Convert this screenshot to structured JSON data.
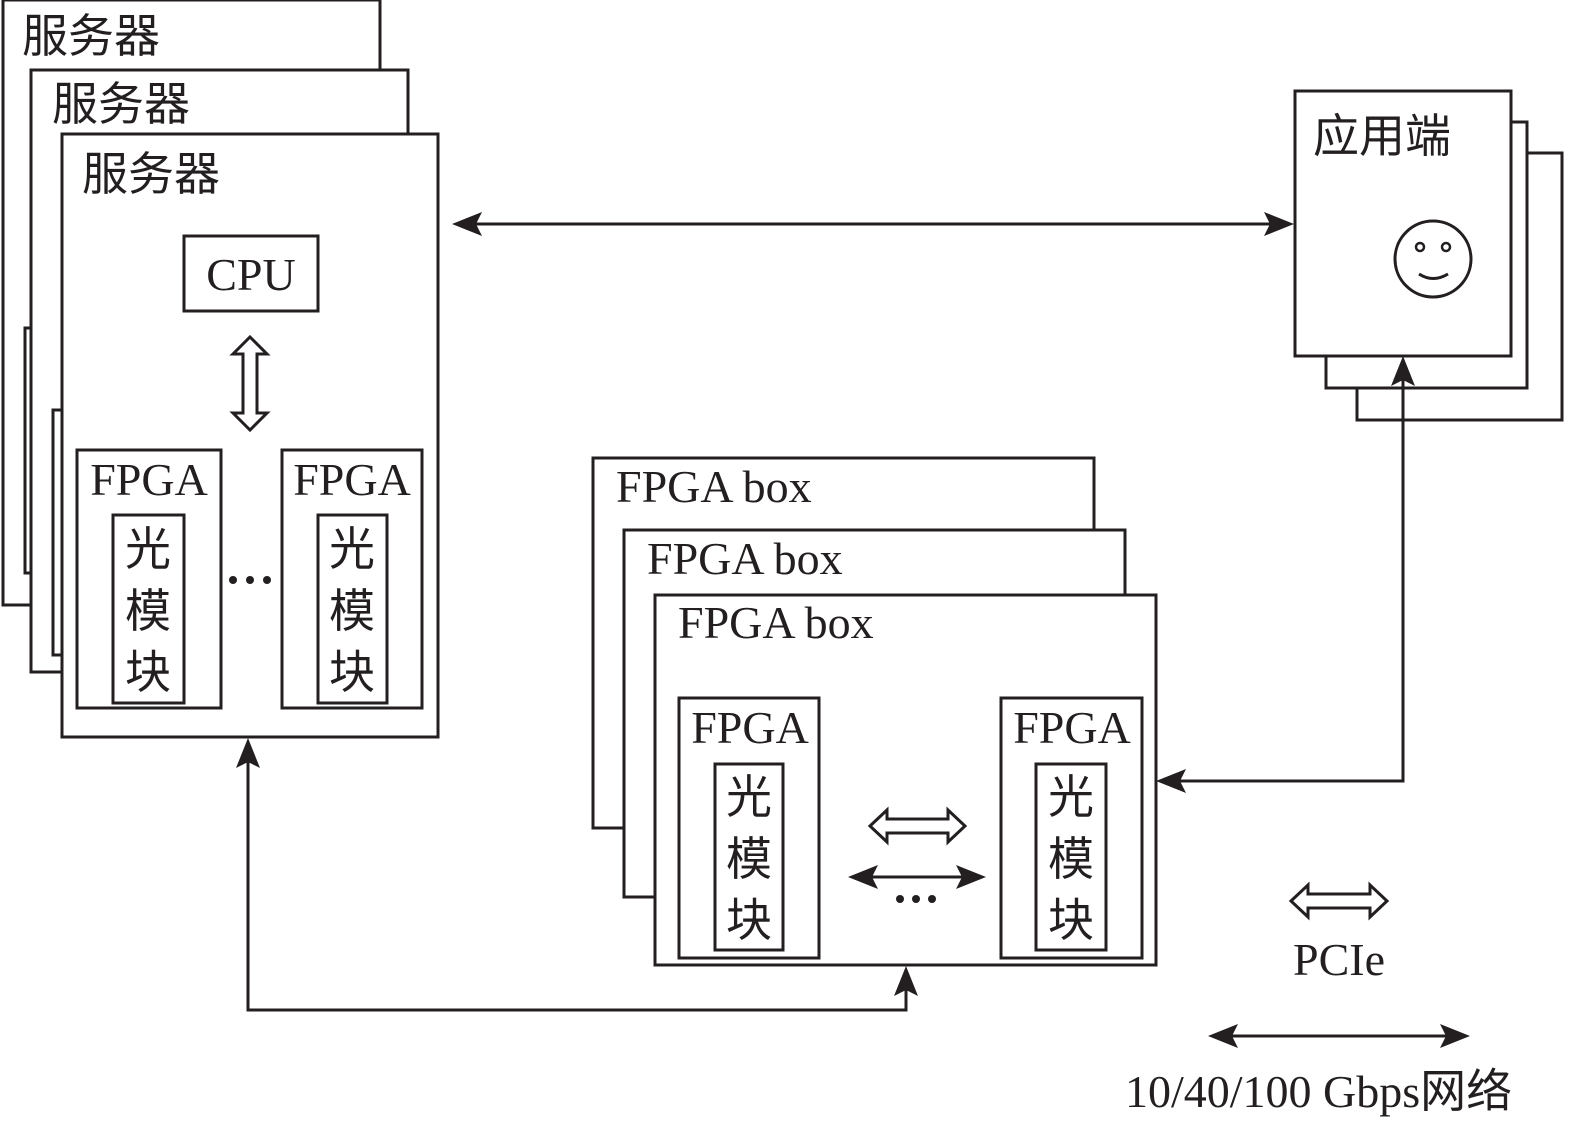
{
  "diagram": {
    "servers": {
      "label": "服务器",
      "count": 3,
      "cpu_label": "CPU",
      "fpga_label": "FPGA",
      "module_chars": [
        "光",
        "模",
        "块"
      ],
      "ellipsis": "…"
    },
    "app_side": {
      "label": "应用端",
      "count": 3,
      "icon": "smiley-face-icon"
    },
    "fpga_boxes": {
      "label": "FPGA box",
      "count": 3,
      "fpga_label": "FPGA",
      "module_chars": [
        "光",
        "模",
        "块"
      ],
      "ellipsis": "…"
    },
    "legend": {
      "pcie_label": "PCIe",
      "network_label": "10/40/100 Gbps网络"
    },
    "connections": [
      {
        "from": "server",
        "to": "app_side",
        "type": "network"
      },
      {
        "from": "server",
        "to": "fpga_box",
        "type": "network"
      },
      {
        "from": "app_side",
        "to": "fpga_box",
        "type": "network"
      },
      {
        "from": "cpu",
        "to": "fpga",
        "type": "pcie"
      },
      {
        "from": "fpga",
        "to": "fpga",
        "type": "pcie+network"
      }
    ]
  }
}
